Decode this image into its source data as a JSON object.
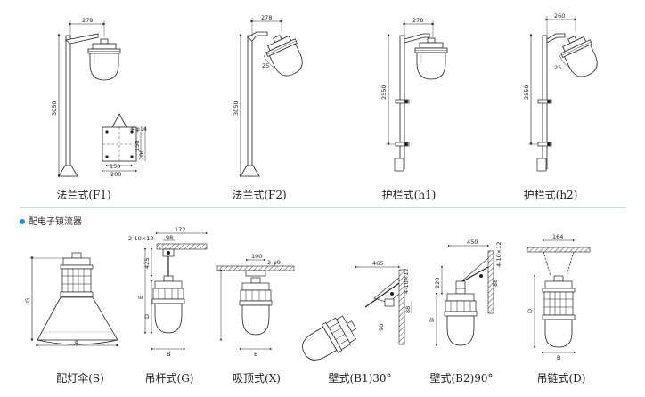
{
  "section": {
    "title": "配电子镇流器"
  },
  "top_captions": [
    "法兰式(F1)",
    "法兰式(F2)",
    "护栏式(h1)",
    "护栏式(h2)"
  ],
  "bottom_captions": [
    "配灯伞(S)",
    "吊杆式(G)",
    "吸顶式(X)",
    "壁式(B1)30°",
    "壁式(B2)90°",
    "吊链式(D)"
  ],
  "dims": {
    "f1_width": "278",
    "f1_height": "3050",
    "f1_hole": "4-φ14",
    "f1_base_150": "150",
    "f1_base_200": "200",
    "f1_side_150": "150",
    "f1_side_200": "200",
    "f2_width": "278",
    "f2_height": "3050",
    "f2_angle": "25",
    "h1_width": "278",
    "h1_height": "2550",
    "h2_width": "260",
    "h2_height": "2550",
    "h2_angle": "25",
    "s_g": "G",
    "s_phi": "φ",
    "g_top": "2-10×12",
    "g_w1": "172",
    "g_w2": "98",
    "g_h": "425",
    "g_e": "E",
    "g_d": "D",
    "g_b": "B",
    "x_w": "100",
    "x_hole": "2-φ9",
    "x_b": "B",
    "b1_w": "465",
    "b1_hole": "4-10×12",
    "b1_88": "88",
    "b1_90": "90",
    "b2_w": "450",
    "b2_hole": "4-10×12",
    "b2_220": "220",
    "b2_88": "88",
    "b2_d": "D",
    "d_w": "164",
    "d_d": "D",
    "d_b": "B"
  }
}
